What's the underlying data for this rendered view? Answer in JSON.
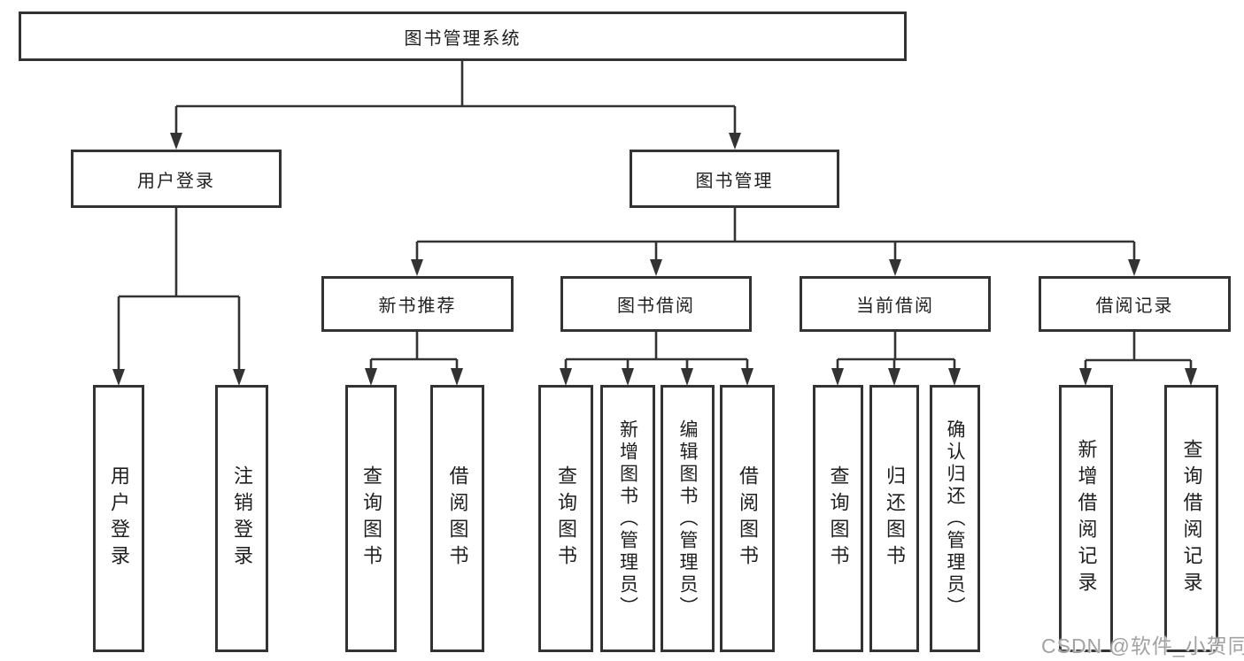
{
  "diagram": {
    "root": {
      "label": "图书管理系统"
    },
    "level2": [
      {
        "id": "user-login",
        "label": "用户登录"
      },
      {
        "id": "book-management",
        "label": "图书管理"
      }
    ],
    "level3": [
      {
        "id": "new-book-recommend",
        "label": "新书推荐",
        "parent": "book-management"
      },
      {
        "id": "book-borrowing",
        "label": "图书借阅",
        "parent": "book-management"
      },
      {
        "id": "current-borrowing",
        "label": "当前借阅",
        "parent": "book-management"
      },
      {
        "id": "borrowing-records",
        "label": "借阅记录",
        "parent": "book-management"
      }
    ],
    "leaves": [
      {
        "label": "用户登录",
        "parent": "user-login"
      },
      {
        "label": "注销登录",
        "parent": "user-login"
      },
      {
        "label": "查询图书",
        "parent": "new-book-recommend"
      },
      {
        "label": "借阅图书",
        "parent": "new-book-recommend"
      },
      {
        "label": "查询图书",
        "parent": "book-borrowing"
      },
      {
        "label": "新增图书（管理员）",
        "parent": "book-borrowing"
      },
      {
        "label": "编辑图书（管理员）",
        "parent": "book-borrowing"
      },
      {
        "label": "借阅图书",
        "parent": "book-borrowing"
      },
      {
        "label": "查询图书",
        "parent": "current-borrowing"
      },
      {
        "label": "归还图书",
        "parent": "current-borrowing"
      },
      {
        "label": "确认归还（管理员）",
        "parent": "current-borrowing"
      },
      {
        "label": "新增借阅记录",
        "parent": "borrowing-records"
      },
      {
        "label": "查询借阅记录",
        "parent": "borrowing-records"
      }
    ]
  },
  "colors": {
    "line": "#333333",
    "text": "#1f1f1f",
    "watermark": "#a2a2a2"
  },
  "watermark": {
    "text": "CSDN @软件_小贺同学"
  }
}
